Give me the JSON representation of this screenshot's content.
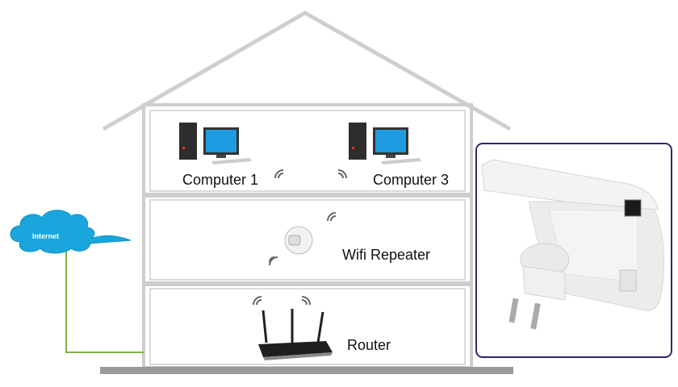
{
  "diagram": {
    "cloud": {
      "label": "Internet",
      "color": "#1aa6dc"
    },
    "floors": [
      {
        "devices": [
          "Computer 1",
          "Computer 3"
        ]
      },
      {
        "devices": [
          "Wifi Repeater"
        ]
      },
      {
        "devices": [
          "Router"
        ]
      }
    ],
    "labels": {
      "computer1": "Computer 1",
      "computer3": "Computer 3",
      "repeater": "Wifi Repeater",
      "router": "Router"
    },
    "cable_color": "#7cb342",
    "house_color": "#cfcfcf",
    "panel_border_color": "#2b2b6b",
    "icons": [
      "desktop-computer-icon",
      "wifi-signal-icon",
      "wifi-repeater-icon",
      "wireless-router-icon",
      "plug-in-repeater-photo"
    ]
  }
}
